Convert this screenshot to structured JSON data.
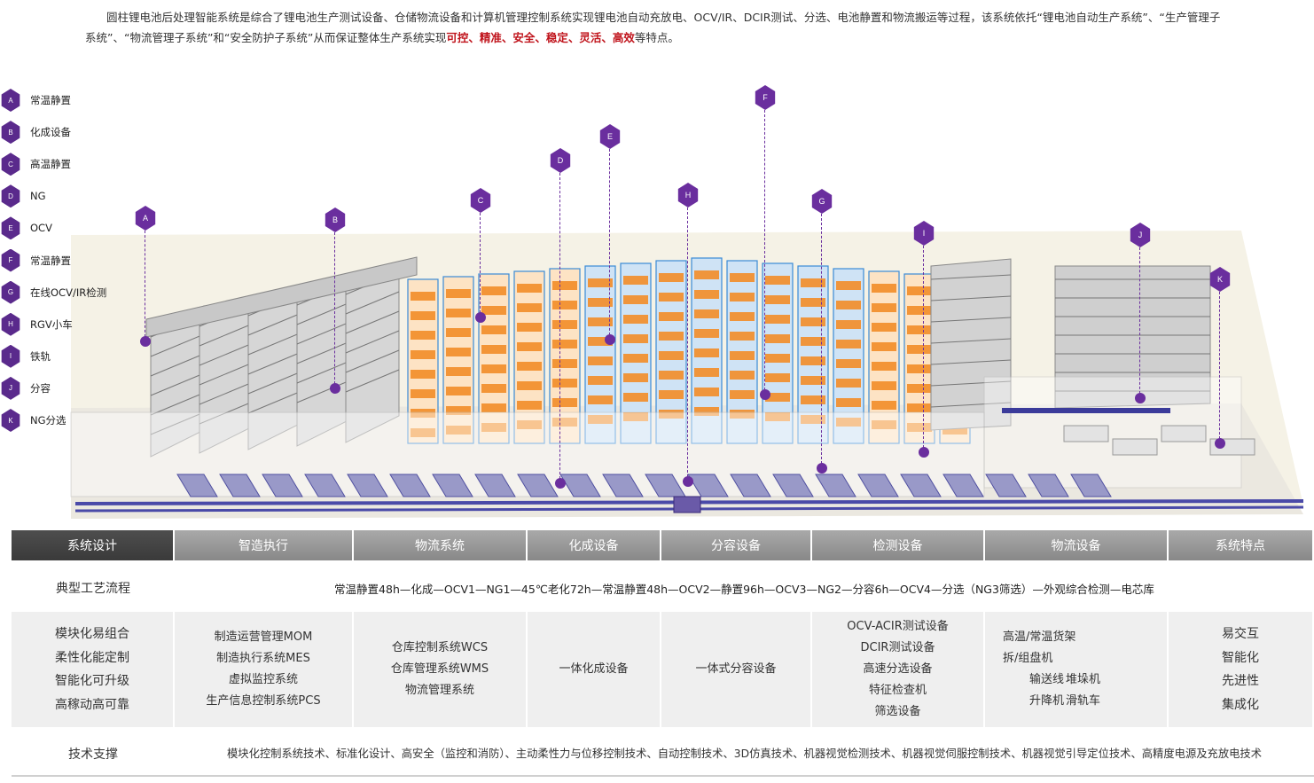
{
  "intro": {
    "text_before": "圆柱锂电池后处理智能系统是综合了锂电池生产测试设备、仓储物流设备和计算机管理控制系统实现锂电池自动充放电、OCV/IR、DCIR测试、分选、电池静置和物流搬运等过程，该系统依托“锂电池自动生产系统”、“生产管理子系统”、“物流管理子系统”和“安全防护子系统”从而保证整体生产系统实现",
    "highlight": "可控、精准、安全、稳定、灵活、高效",
    "text_after": "等特点。",
    "highlight_color": "#c0141c"
  },
  "legend": [
    {
      "code": "A",
      "label": "常温静置"
    },
    {
      "code": "B",
      "label": "化成设备"
    },
    {
      "code": "C",
      "label": "高温静置"
    },
    {
      "code": "D",
      "label": "NG"
    },
    {
      "code": "E",
      "label": "OCV"
    },
    {
      "code": "F",
      "label": "常温静置"
    },
    {
      "code": "G",
      "label": "在线OCV/IR检测"
    },
    {
      "code": "H",
      "label": "RGV小车"
    },
    {
      "code": "I",
      "label": "铁轨"
    },
    {
      "code": "J",
      "label": "分容"
    },
    {
      "code": "K",
      "label": "NG分选"
    }
  ],
  "markers": [
    "A",
    "B",
    "C",
    "D",
    "E",
    "F",
    "G",
    "H",
    "I",
    "J",
    "K"
  ],
  "colors": {
    "marker": "#6a2e9e",
    "rack_blue": "#3a8ad6",
    "rack_orange": "#f28c28",
    "tab_active": "#444444",
    "tab": "#9a9a9a"
  },
  "tabs": [
    "系统设计",
    "智造执行",
    "物流系统",
    "化成设备",
    "分容设备",
    "检测设备",
    "物流设备",
    "系统特点"
  ],
  "flow": {
    "label": "典型工艺流程",
    "value": "常温静置48h—化成—OCV1—NG1—45℃老化72h—常温静置48h—OCV2—静置96h—OCV3—NG2—分容6h—OCV4—分选（NG3筛选）—外观综合检测—电芯库"
  },
  "grid": {
    "col0": [
      "模块化易组合",
      "柔性化能定制",
      "智能化可升级",
      "高稼动高可靠"
    ],
    "col1": [
      "制造运营管理MOM",
      "制造执行系统MES",
      "虚拟监控系统",
      "生产信息控制系统PCS"
    ],
    "col2": [
      "仓库控制系统WCS",
      "仓库管理系统WMS",
      "物流管理系统"
    ],
    "col3": [
      "一体化成设备"
    ],
    "col4": [
      "一体式分容设备"
    ],
    "col5": [
      "OCV-ACIR测试设备",
      "DCIR测试设备",
      "高速分选设备",
      "特征检查机",
      "筛选设备"
    ],
    "col6_a": [
      "高温/常温货架",
      "拆/组盘机"
    ],
    "col6_b": [
      [
        "输送线",
        "堆垛机"
      ],
      [
        "升降机",
        "滑轨车"
      ]
    ],
    "col7": [
      "易交互",
      "智能化",
      "先进性",
      "集成化"
    ]
  },
  "tech": {
    "label": "技术支撑",
    "value": "模块化控制系统技术、标准化设计、高安全（监控和消防）、主动柔性力与位移控制技术、自动控制技术、3D仿真技术、机器视觉检测技术、机器视觉伺服控制技术、机器视觉引导定位技术、高精度电源及充放电技术"
  }
}
